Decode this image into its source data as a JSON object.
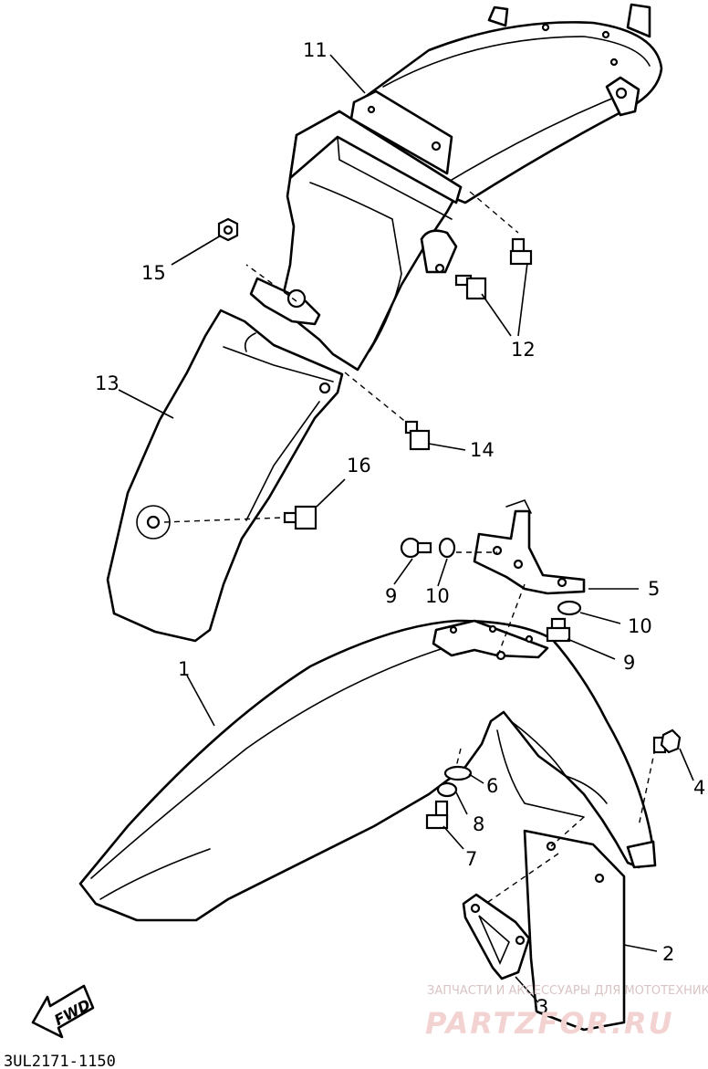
{
  "callouts": {
    "c1": "1",
    "c2": "2",
    "c3": "3",
    "c4": "4",
    "c5": "5",
    "c6": "6",
    "c7": "7",
    "c8": "8",
    "c9a": "9",
    "c9b": "9",
    "c10a": "10",
    "c10b": "10",
    "c11": "11",
    "c12": "12",
    "c13": "13",
    "c14": "14",
    "c15": "15",
    "c16": "16"
  },
  "direction_arrow": "FWD",
  "diagram_code": "3UL2171-1150",
  "watermark": {
    "line1": "ЗАПЧАСТИ И АКСЕССУАРЫ ДЛЯ МОТОТЕХНИКИ",
    "line2": "PARTZFOR.RU"
  }
}
